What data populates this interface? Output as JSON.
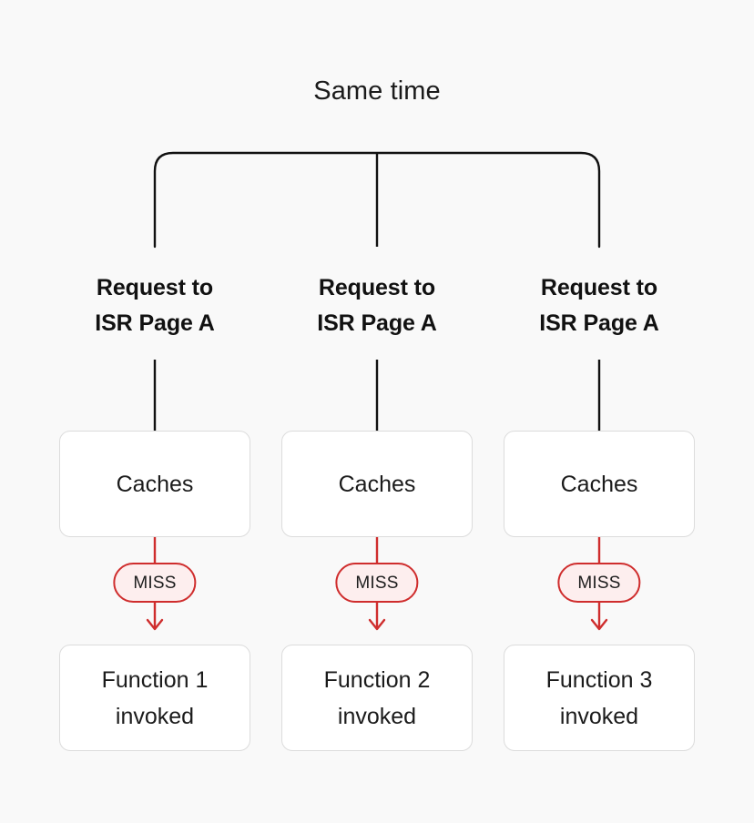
{
  "diagram": {
    "title": "Same time",
    "background_color": "#f9f9f9",
    "bracket": {
      "stroke_color": "#111111",
      "name": "same-time-bracket"
    },
    "arrow_color": "#cf2d2d",
    "connector_color": "#111111",
    "columns": [
      {
        "request_line1": "Request to",
        "request_line2": "ISR Page A",
        "cache_label": "Caches",
        "badge_label": "MISS",
        "function_line1": "Function 1",
        "function_line2": "invoked"
      },
      {
        "request_line1": "Request to",
        "request_line2": "ISR Page A",
        "cache_label": "Caches",
        "badge_label": "MISS",
        "function_line1": "Function 2",
        "function_line2": "invoked"
      },
      {
        "request_line1": "Request to",
        "request_line2": "ISR Page A",
        "cache_label": "Caches",
        "badge_label": "MISS",
        "function_line1": "Function 3",
        "function_line2": "invoked"
      }
    ]
  }
}
